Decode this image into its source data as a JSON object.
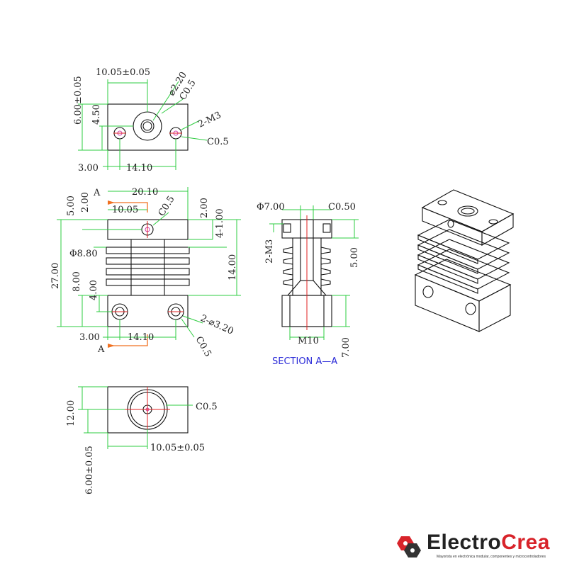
{
  "views": {
    "top": {
      "dims": [
        "10.05±0.05",
        "6.00±0.05",
        "4.50",
        "3.00",
        "14.10"
      ],
      "callouts": [
        "⌀2.20",
        "C0.5",
        "2-M3",
        "C0.5"
      ]
    },
    "front": {
      "dims": [
        "20.10",
        "10.05",
        "5.00",
        "2.00",
        "2.00",
        "4-1.00",
        "Φ8.80",
        "27.00",
        "8.00",
        "4.00",
        "14.00",
        "3.00",
        "14.10"
      ],
      "callouts": [
        "C0.5",
        "2-⌀3.20",
        "C0.5"
      ],
      "section_marks": [
        "A",
        "A"
      ]
    },
    "section": {
      "dims": [
        "Φ7.00",
        "C0.50",
        "2-M3",
        "5.00",
        "M10",
        "7.00"
      ],
      "title": "SECTION A—A"
    },
    "bottom": {
      "dims": [
        "12.00",
        "10.05±0.05",
        "6.00±0.05"
      ],
      "callouts": [
        "C0.5"
      ]
    }
  },
  "brand": {
    "name_part1": "Electro",
    "name_part2": "Crea",
    "tagline": "Mayorista en electrónica modular, componentes y microcontroladores"
  },
  "colors": {
    "dimension_lines": "#2ecc40",
    "center_lines": "#e02020",
    "section_marks": "#f07020",
    "section_title": "#2b2bd8",
    "brand_red": "#d8232a"
  }
}
